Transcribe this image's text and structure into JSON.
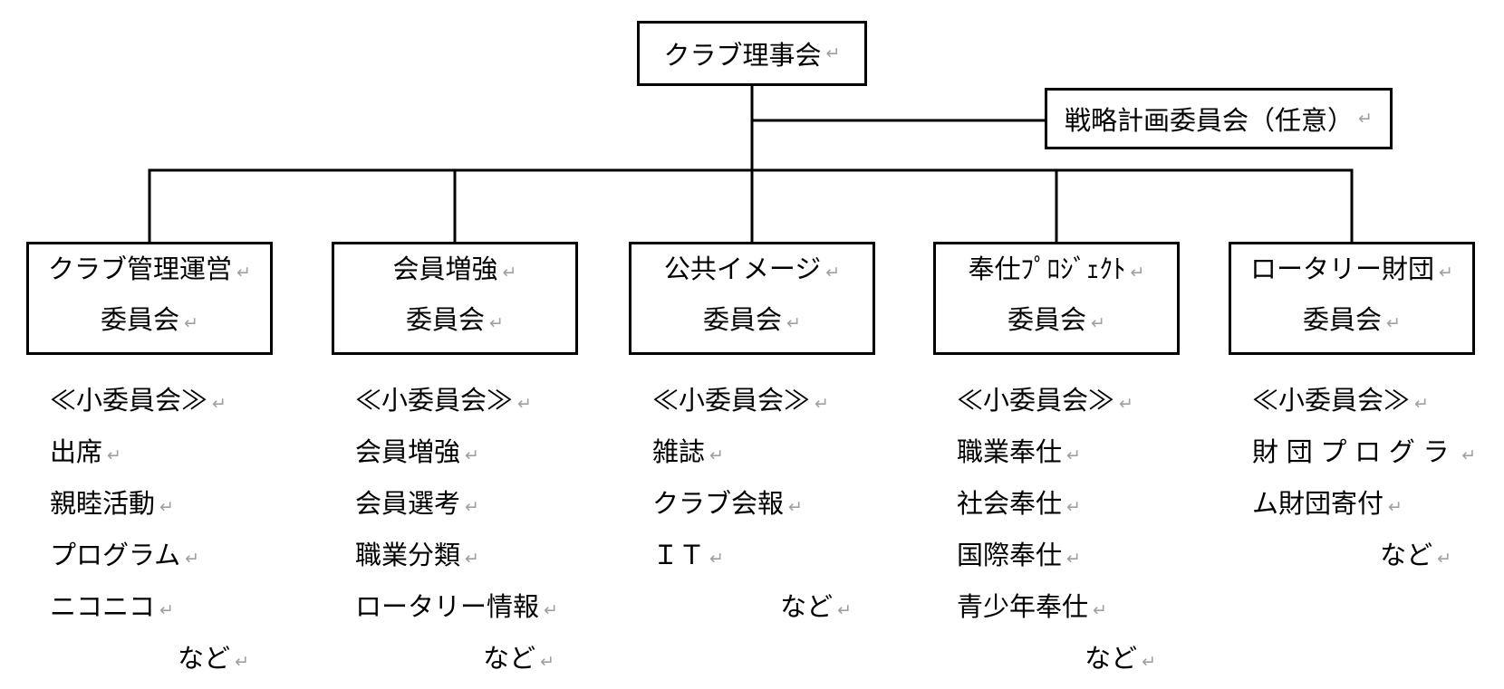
{
  "colors": {
    "background": "#ffffff",
    "line": "#000000",
    "text": "#000000",
    "return_mark": "#a0a0a0"
  },
  "marks": {
    "return_mark": "↵"
  },
  "root_box": {
    "label": "クラブ理事会"
  },
  "strategic_box": {
    "label": "戦略計画委員会（任意）"
  },
  "columns": [
    {
      "box_line1": "クラブ管理運営",
      "box_line2": "委員会",
      "items": [
        "≪小委員会≫",
        "出席",
        "親睦活動",
        "プログラム",
        "ニコニコ"
      ],
      "etc": "など"
    },
    {
      "box_line1": "会員増強",
      "box_line2": "委員会",
      "items": [
        "≪小委員会≫",
        "会員増強",
        "会員選考",
        "職業分類",
        "ロータリー情報"
      ],
      "etc": "など"
    },
    {
      "box_line1": "公共イメージ",
      "box_line2": "委員会",
      "items": [
        "≪小委員会≫",
        "雑誌",
        "クラブ会報",
        "ＩＴ"
      ],
      "etc": "など"
    },
    {
      "box_line1": "奉仕ﾌﾟﾛｼﾞｪｸﾄ",
      "box_line2": "委員会",
      "items": [
        "≪小委員会≫",
        "職業奉仕",
        "社会奉仕",
        "国際奉仕",
        "青少年奉仕"
      ],
      "etc": "など"
    },
    {
      "box_line1": "ロータリー財団",
      "box_line2": "委員会",
      "items": [
        "≪小委員会≫",
        "財団プログラ",
        "ム財団寄付"
      ],
      "spread_item": 1,
      "etc": "など"
    }
  ]
}
